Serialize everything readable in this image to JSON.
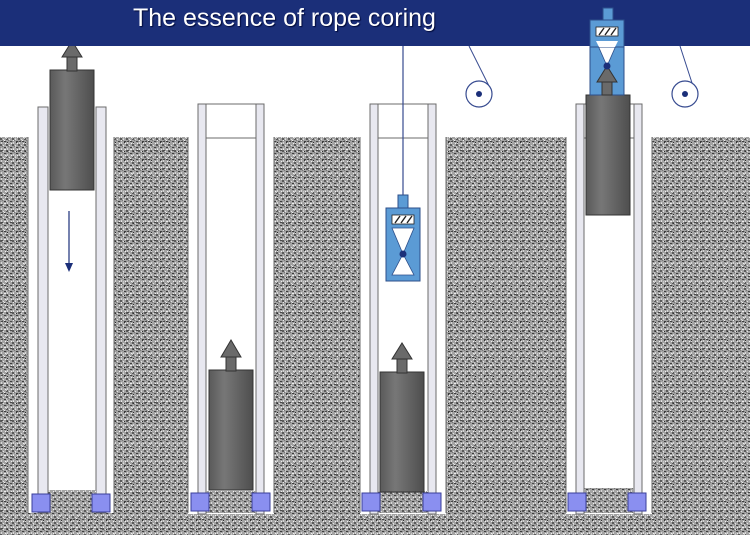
{
  "title": "The essence of rope coring",
  "colors": {
    "title_bar": "#1b2f79",
    "title_text": "#ffffff",
    "ground": "#9d9d9d",
    "casing": "#e6e6ef",
    "core_barrel": "#666666",
    "overshot": "#5b9bd5",
    "bit": "#8a8ff0",
    "rope": "#374b90"
  },
  "panels": [
    {
      "stage": "core-barrel-lowering",
      "arrow": "down"
    },
    {
      "stage": "core-barrel-landed"
    },
    {
      "stage": "overshot-lowering"
    },
    {
      "stage": "core-barrel-retrieval"
    }
  ],
  "icons": [
    "winch-icon",
    "winch-icon"
  ]
}
